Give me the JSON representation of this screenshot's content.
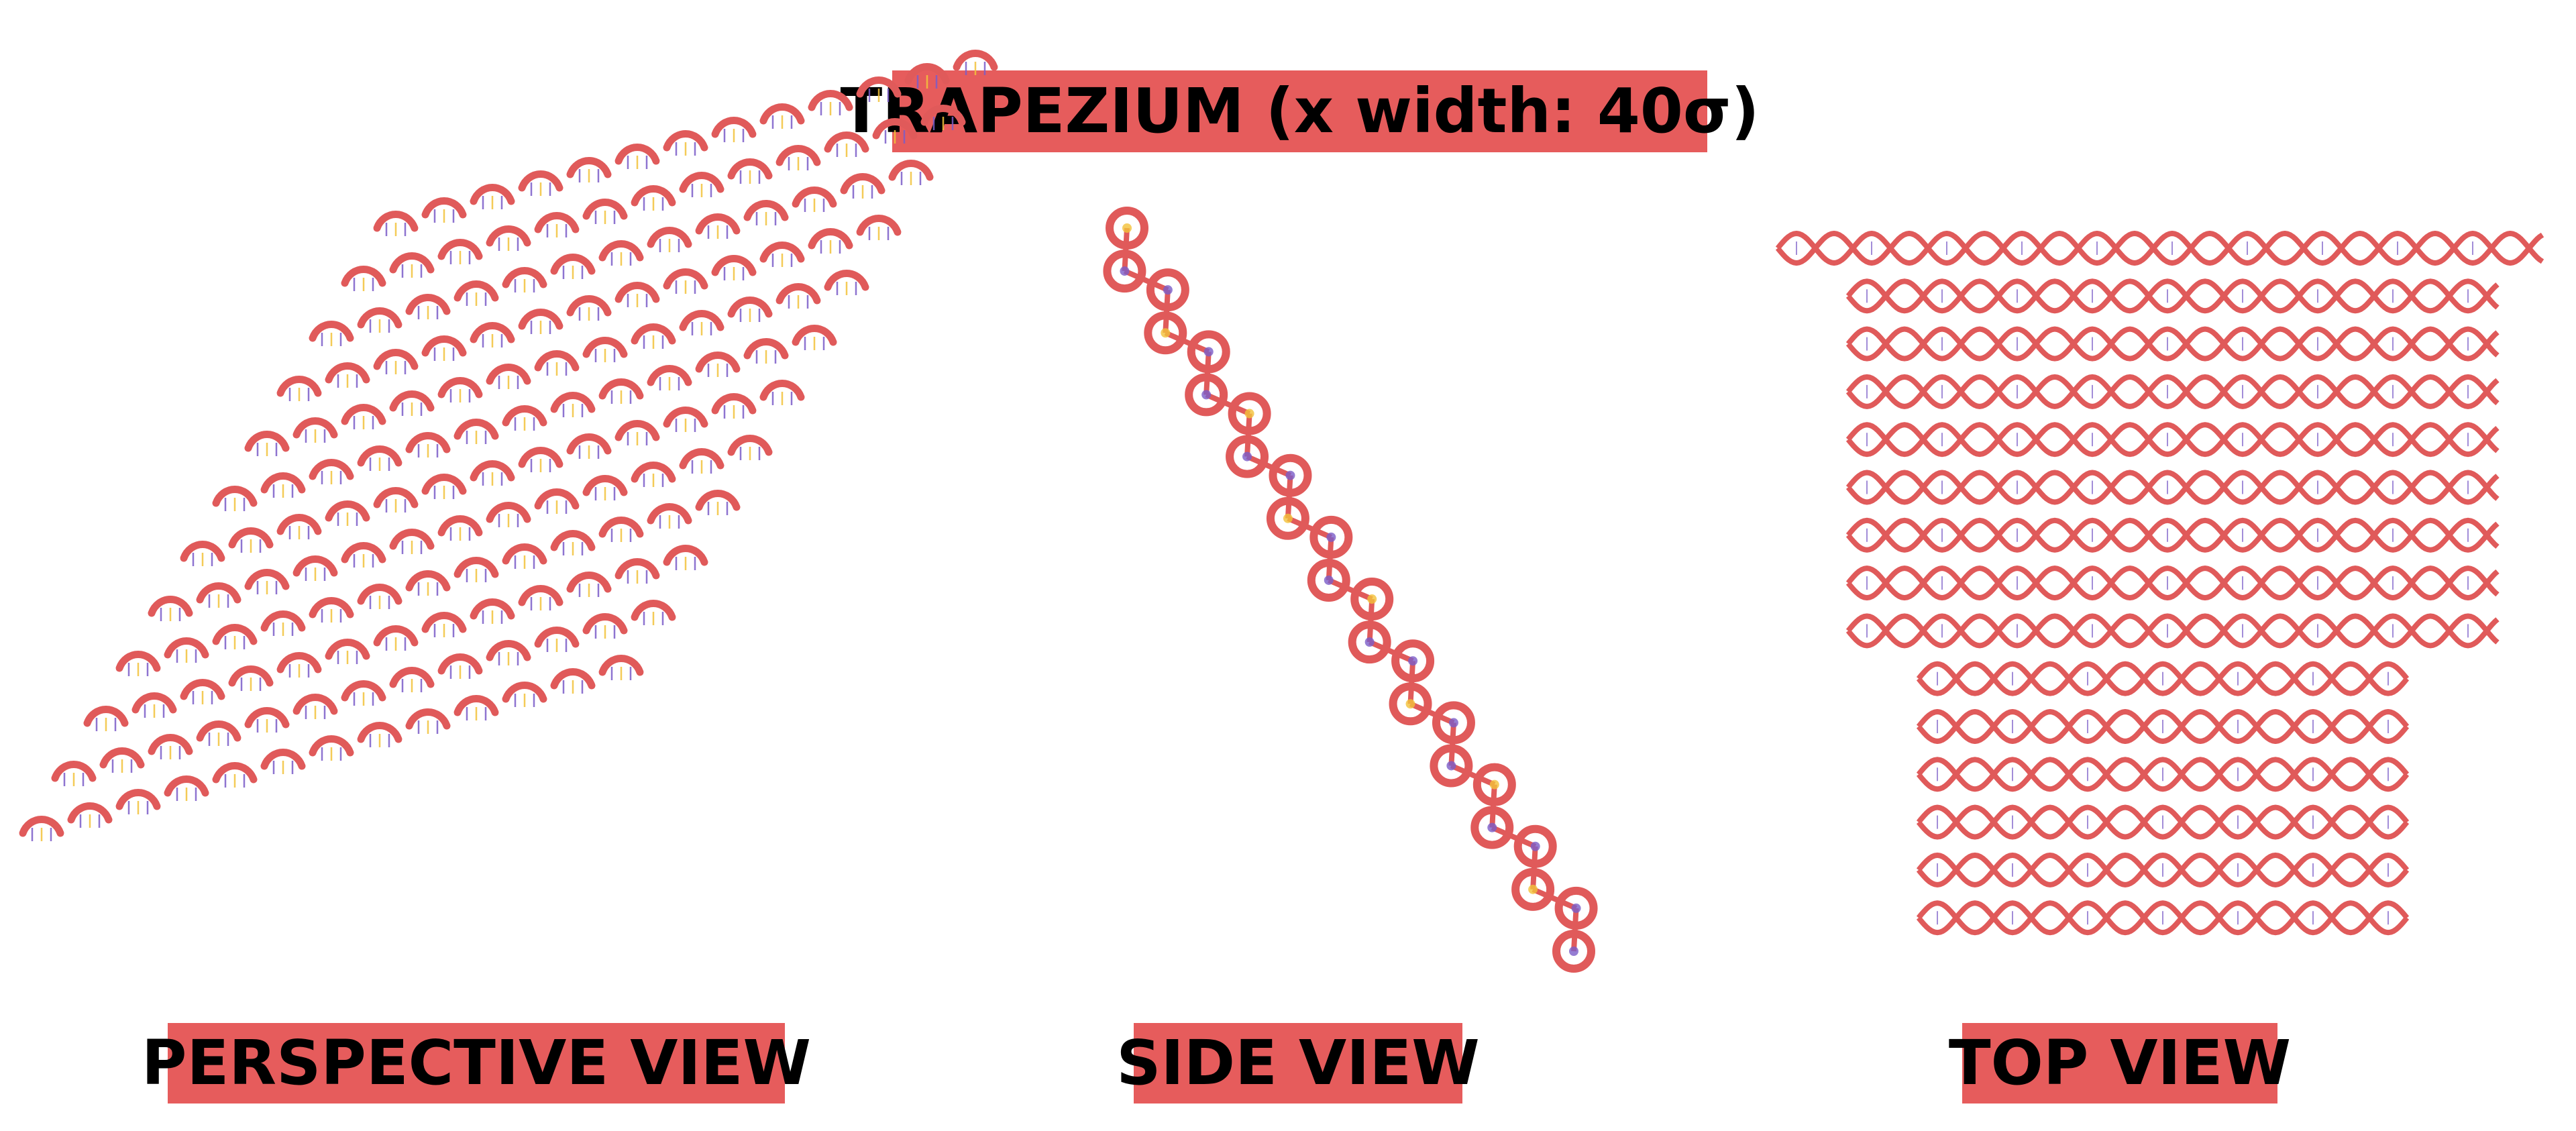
{
  "title": "TRAPEZIUM (x width: 40σ)",
  "captions": {
    "perspective": "PERSPECTIVE VIEW",
    "side": "SIDE VIEW",
    "top": "TOP VIEW"
  },
  "colors": {
    "label_background": "#e65c5c",
    "helix": "#e05a5a",
    "helix_dark": "#c84444",
    "base_accent_1": "#f2c23a",
    "base_accent_2": "#7a5cc8"
  }
}
